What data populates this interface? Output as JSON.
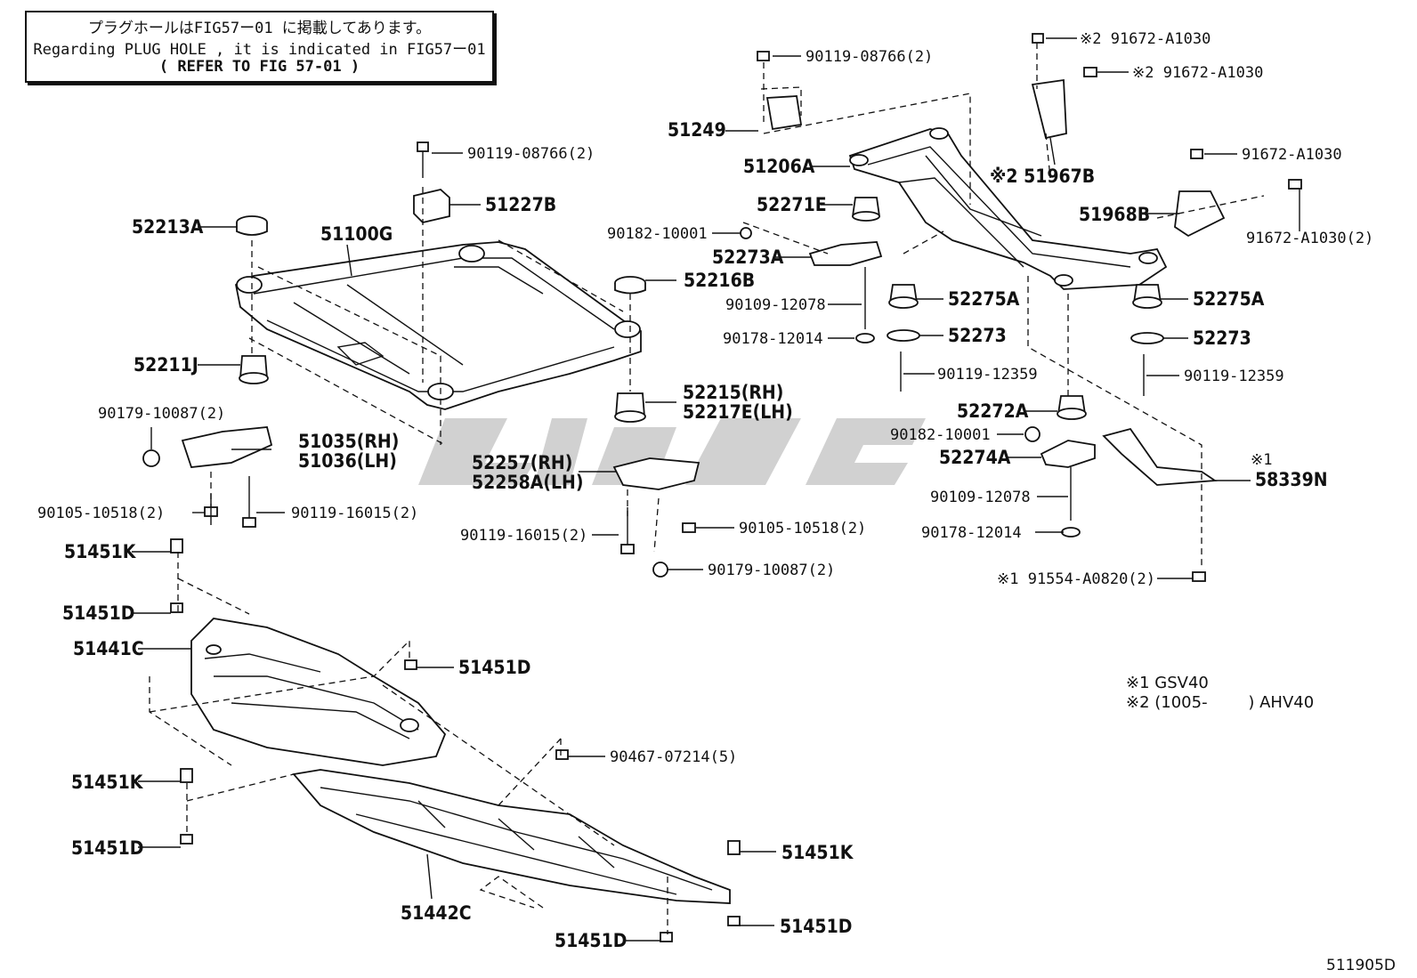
{
  "note": {
    "line1": "プラグホールはFIG57ー01 に掲載してあります。",
    "line2": "Regarding PLUG HOLE , it is indicated in FIG57ー01",
    "line3": "(  REFER TO FIG 57-01  )"
  },
  "labels": {
    "p90119_08766_a": "90119-08766(2)",
    "p51249": "51249",
    "p91672_a1030_top": "※2 91672-A1030",
    "p91672_a1030_mid": "※2 91672-A1030",
    "p51206a": "51206A",
    "p51967b": "※2 51967B",
    "p91672_a1030_r": "91672-A1030",
    "p51968b": "51968B",
    "p91672_a1030_2": "91672-A1030(2)",
    "p90119_08766_b": "90119-08766(2)",
    "p51227b": "51227B",
    "p52213a": "52213A",
    "p51100g": "51100G",
    "p52271e": "52271E",
    "p90182_10001_a": "90182-10001",
    "p52273a": "52273A",
    "p52216b": "52216B",
    "p90109_12078_a": "90109-12078",
    "p90178_12014_a": "90178-12014",
    "p52275a_l": "52275A",
    "p52273_l": "52273",
    "p90119_12359_l": "90119-12359",
    "p52275a_r": "52275A",
    "p52273_r": "52273",
    "p90119_12359_r": "90119-12359",
    "p52211j": "52211J",
    "p52215_rh": "52215(RH)",
    "p52217e_lh": "52217E(LH)",
    "p90179_10087_a": "90179-10087(2)",
    "p51035_rh": "51035(RH)",
    "p51036_lh": "51036(LH)",
    "p52272a": "52272A",
    "p90182_10001_b": "90182-10001",
    "p52274a": "52274A",
    "p52257_rh": "52257(RH)",
    "p52258a_lh": "52258A(LH)",
    "p58339n": "58339N",
    "p58339n_mark": "※1",
    "p90109_12078_b": "90109-12078",
    "p90105_10518_a": "90105-10518(2)",
    "p90119_16015_a": "90119-16015(2)",
    "p90119_16015_b": "90119-16015(2)",
    "p90105_10518_b": "90105-10518(2)",
    "p90178_12014_b": "90178-12014",
    "p91554_a0820": "※1 91554-A0820(2)",
    "p90179_10087_b": "90179-10087(2)",
    "p51451k_a": "51451K",
    "p51451d_a": "51451D",
    "p51441c": "51441C",
    "p51451d_b": "51451D",
    "p90467_07214": "90467-07214(5)",
    "p51451k_b": "51451K",
    "p51451d_c": "51451D",
    "p51451k_c": "51451K",
    "p51442c": "51442C",
    "p51451d_d": "51451D",
    "p51451d_e": "51451D"
  },
  "legend": {
    "l1": "※1 GSV40",
    "l2": "※2 (1005-        ) AHV40"
  },
  "figure_ref": "511905D"
}
